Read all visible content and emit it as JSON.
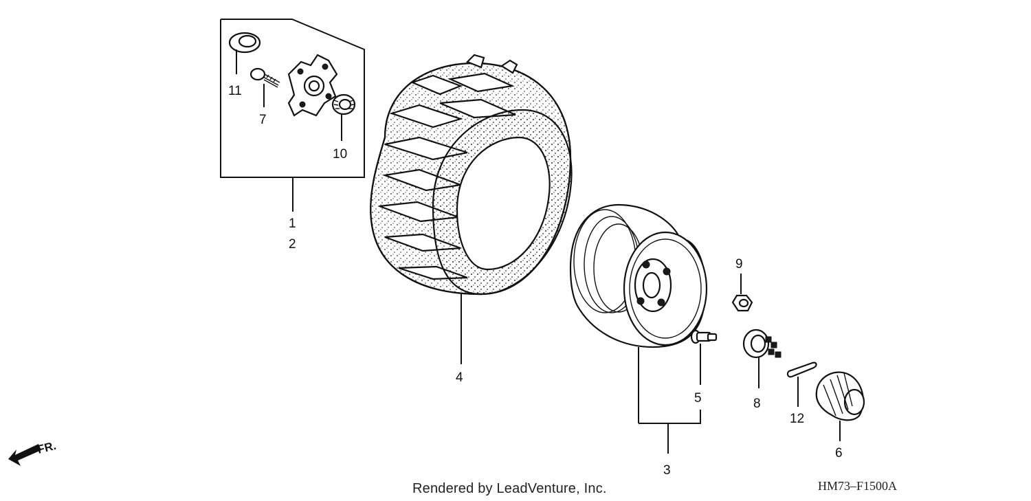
{
  "callouts": {
    "p1": "1",
    "p2": "2",
    "p3": "3",
    "p4": "4",
    "p5": "5",
    "p6": "6",
    "p7": "7",
    "p8": "8",
    "p9": "9",
    "p10": "10",
    "p11": "11",
    "p12": "12"
  },
  "direction_label": "FR.",
  "credit": "Rendered by LeadVenture, Inc.",
  "diagram_code": "HM73–F1500A",
  "colors": {
    "ink": "#111111",
    "paper": "#ffffff"
  },
  "parts_shown": [
    {
      "ref": "1",
      "icon": "hub-assembly-bracket"
    },
    {
      "ref": "4",
      "icon": "tire-icon"
    },
    {
      "ref": "3",
      "icon": "wheel-rim-icon"
    },
    {
      "ref": "6",
      "icon": "hub-cap-icon"
    }
  ]
}
